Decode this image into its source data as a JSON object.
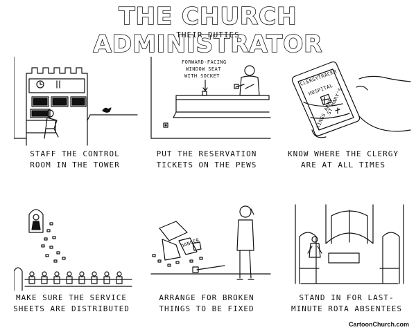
{
  "title": "THE CHURCH ADMINISTRATOR",
  "subtitle": "THEIR DUTIES",
  "panels": [
    {
      "caption_line1": "STAFF THE CONTROL",
      "caption_line2": "ROOM IN THE TOWER"
    },
    {
      "caption_line1": "PUT THE RESERVATION",
      "caption_line2": "TICKETS ON THE PEWS",
      "note_line1": "FORWARD-FACING",
      "note_line2": "WINDOW SEAT",
      "note_line3": "WITH SOCKET"
    },
    {
      "caption_line1": "KNOW WHERE THE CLERGY",
      "caption_line2": "ARE AT ALL TIMES",
      "phone_label_app": "CLERGYTRACKR",
      "phone_label_hospital": "HOSPITAL",
      "phone_label_stmarys": "ST MARY'S",
      "phone_label_kings": "KINGS ARMS"
    },
    {
      "caption_line1": "MAKE SURE THE SERVICE",
      "caption_line2": "SHEETS ARE DISTRIBUTED"
    },
    {
      "caption_line1": "ARRANGE FOR BROKEN",
      "caption_line2": "THINGS TO BE FIXED",
      "sign_label": "DANGER"
    },
    {
      "caption_line1": "STAND IN FOR LAST-",
      "caption_line2": "MINUTE ROTA ABSENTEES"
    }
  ],
  "credit": "CartoonChurch.com"
}
